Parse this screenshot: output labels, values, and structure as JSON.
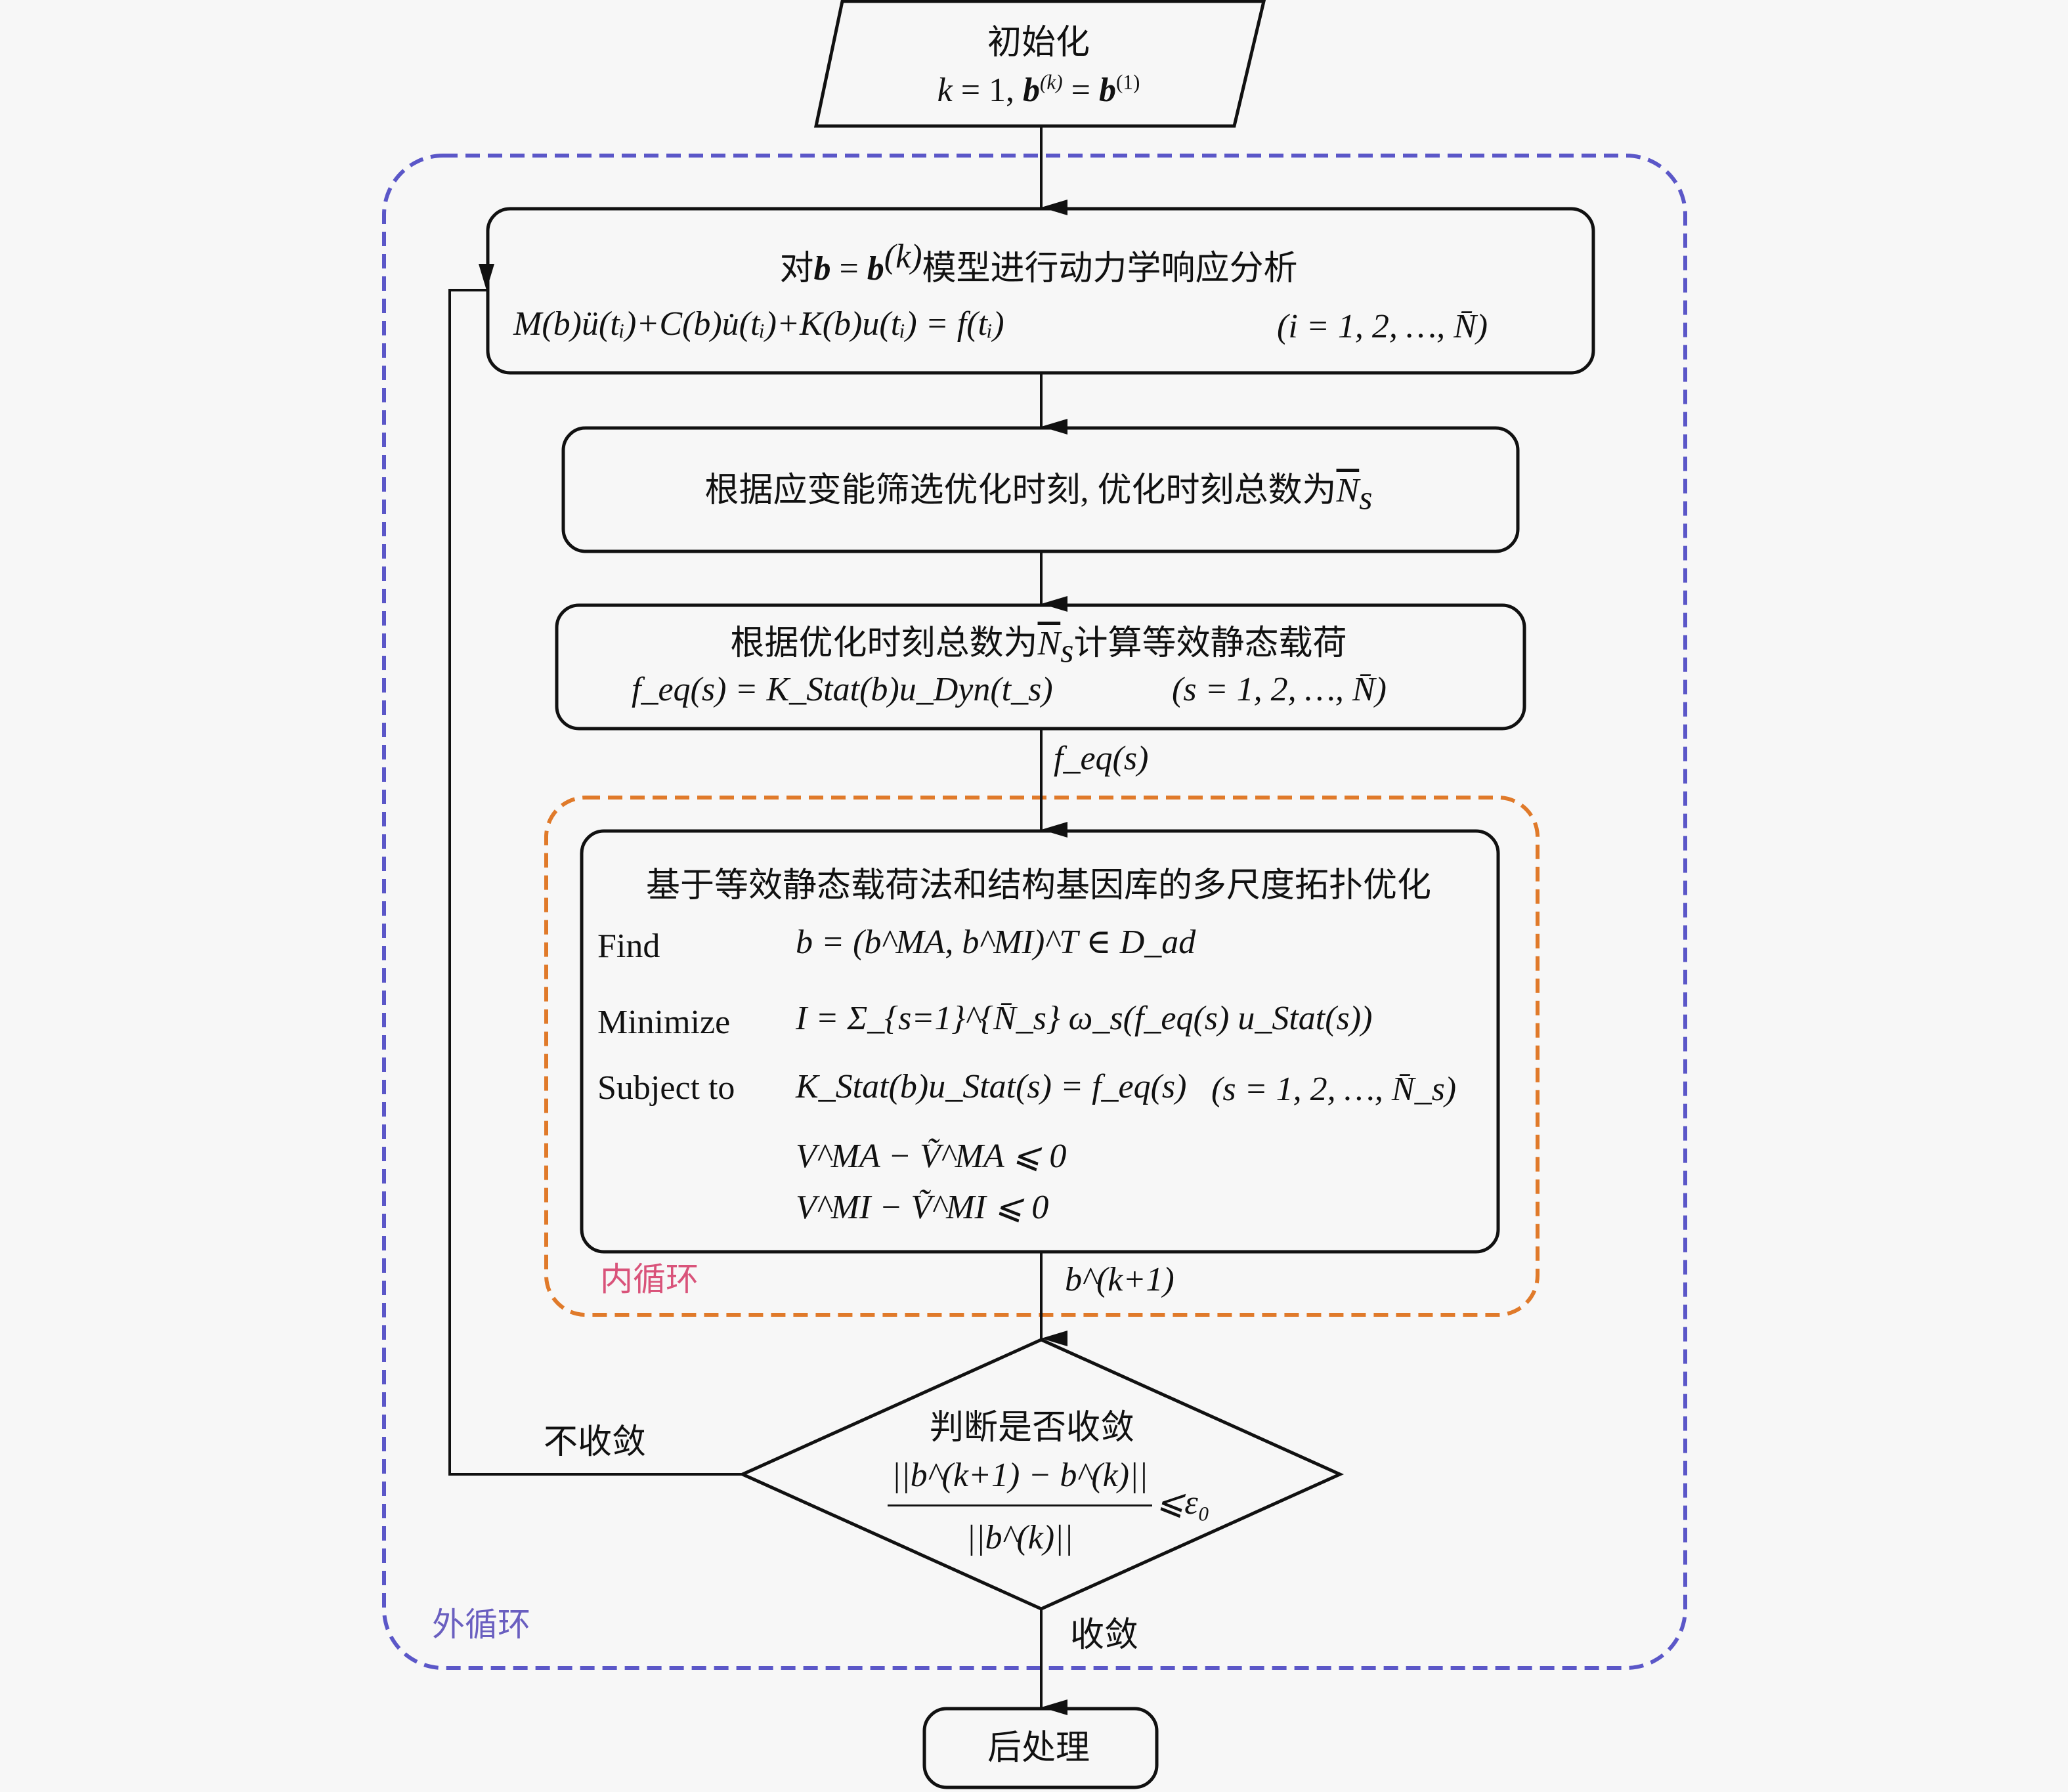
{
  "colors": {
    "background": "#f7f7f7",
    "stroke": "#111111",
    "outer_loop": "#5b57c8",
    "inner_loop": "#e07a2a",
    "inner_label": "#d9537a",
    "outer_label": "#6a5fc0"
  },
  "init": {
    "title": "初始化",
    "formula_k": "k",
    "formula_eq1": " = 1, ",
    "formula_b": "b",
    "formula_sup_k": "(k)",
    "formula_eq2": " = ",
    "formula_b2": "b",
    "formula_sup_1": "(1)"
  },
  "box1": {
    "prefix": "对",
    "b": "b",
    "eq": " = ",
    "b2": "b",
    "sup_k": "(k)",
    "suffix": "模型进行动力学响应分析",
    "eq_line": "M(b)ü(tᵢ)+C(b)u̇(tᵢ)+K(b)u(tᵢ) = f(tᵢ)",
    "range": "(i = 1, 2, …, N̄)"
  },
  "box2": {
    "text": "根据应变能筛选优化时刻, 优化时刻总数为",
    "symbol": "N",
    "sub": "s"
  },
  "box3": {
    "line1_prefix": "根据优化时刻总数为",
    "symbol": "N",
    "sub": "s",
    "line1_suffix": "计算等效静态载荷",
    "eq_line": "f_eq(s) = K_Stat(b)u_Dyn(t_s)",
    "range": "(s = 1, 2, …, N̄)"
  },
  "edge_feq": "f_eq(s)",
  "box4": {
    "title": "基于等效静态载荷法和结构基因库的多尺度拓扑优化",
    "find_label": "Find",
    "find_expr": "b = (b^MA, b^MI)^T ∈ D_ad",
    "minimize_label": "Minimize",
    "minimize_expr": "I = Σ_{s=1}^{N̄_s} ω_s(f_eq(s) u_Stat(s))",
    "subject_label": "Subject to",
    "subject_expr": "K_Stat(b)u_Stat(s) = f_eq(s)",
    "subject_range": "(s = 1, 2, …, N̄_s)",
    "constraint1": "V^MA − Ṽ^MA ⩽ 0",
    "constraint2": "V^MI − Ṽ^MI ⩽ 0"
  },
  "inner_loop_label": "内循环",
  "edge_bk1": "b^(k+1)",
  "decision": {
    "title": "判断是否收敛",
    "numerator": "||b^(k+1) − b^(k)||",
    "denominator": "||b^(k)||",
    "condition": "⩽ε₀"
  },
  "edge_not_converged": "不收敛",
  "edge_converged": "收敛",
  "outer_loop_label": "外循环",
  "final": {
    "title": "后处理"
  }
}
